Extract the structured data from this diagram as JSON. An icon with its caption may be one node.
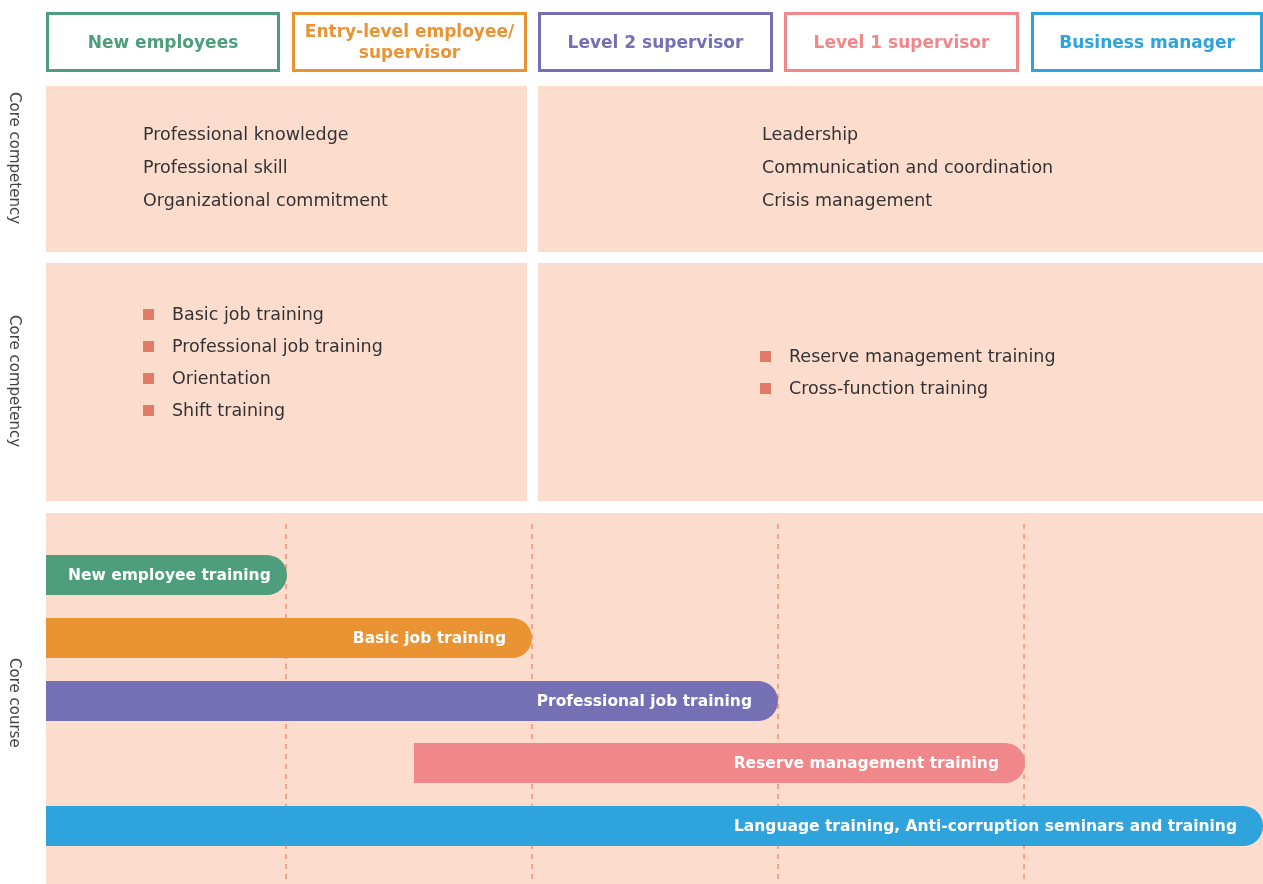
{
  "diagram": {
    "nodes": [
      {
        "text": [
          "New employees"
        ]
      },
      {
        "text": [
          "Entry-level employee/ supervisor"
        ]
      },
      {
        "text": [
          "Level 2 supervisor"
        ]
      },
      {
        "text": [
          "Level 1 supervisor"
        ]
      },
      {
        "text": [
          "Business manager"
        ]
      },
      {
        "text": [
          "Professional knowledge",
          "Professional skill",
          "Organizational commitment"
        ]
      },
      {
        "text": [
          "Leadership",
          "Communication and coordination",
          "Crisis management"
        ]
      },
      {
        "text": [
          "Basic job training",
          "Professional job training",
          "Orientation",
          "Shift training"
        ]
      },
      {
        "text": [
          "Reserve management training",
          "Cross-function training"
        ]
      },
      {
        "text": [],
        "shape": "box"
      },
      {
        "text": [
          "New employee training"
        ],
        "in": 9
      },
      {
        "text": [
          "Basic job training"
        ],
        "in": 9
      },
      {
        "text": [
          "Professional job training"
        ],
        "in": 9
      },
      {
        "text": [
          "Reserve management training"
        ],
        "in": 9
      },
      {
        "text": [
          "Language training, Anti-corruption seminars and training"
        ],
        "in": 9
      }
    ],
    "edges": [],
    "labels": [
      "Core competency",
      "Core competency",
      "Core course"
    ]
  }
}
